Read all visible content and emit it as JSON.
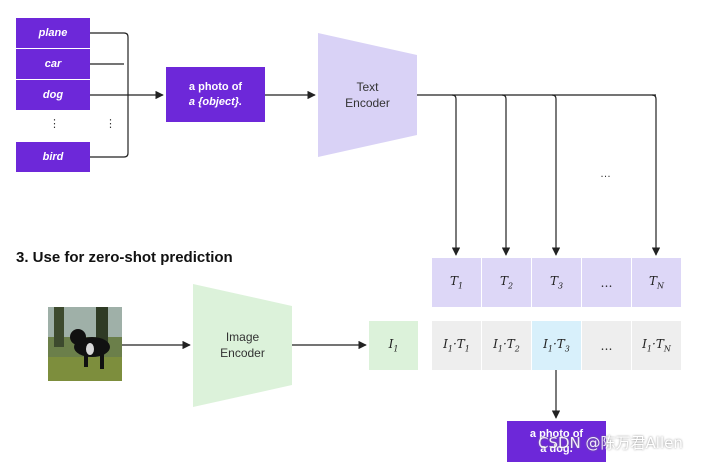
{
  "labels": [
    "plane",
    "car",
    "dog",
    "bird"
  ],
  "label_ellipsis": "⋮",
  "prompt_template": {
    "line1": "a photo of",
    "line2": "a {object}."
  },
  "text_encoder": {
    "line1": "Text",
    "line2": "Encoder"
  },
  "image_encoder": {
    "line1": "Image",
    "line2": "Encoder"
  },
  "section_heading": "3. Use for zero-shot prediction",
  "text_embeddings": [
    "T1",
    "T2",
    "T3",
    "…",
    "TN"
  ],
  "image_embedding": "I1",
  "similarities": [
    "I1·T1",
    "I1·T2",
    "I1·T3",
    "…",
    "I1·TN"
  ],
  "upper_ellipsis": "…",
  "result": {
    "line1": "a photo of",
    "line2": "a dog."
  },
  "watermark": "CSDN @陈万君Allen",
  "colors": {
    "label_bg": "#6d28d9",
    "text_encoder": "#d9d2f6",
    "image_encoder": "#dcf2da",
    "embedding_T": "#ddd7f7",
    "embedding_I": "#dcf2da",
    "highlight": "#d8f0fb"
  }
}
